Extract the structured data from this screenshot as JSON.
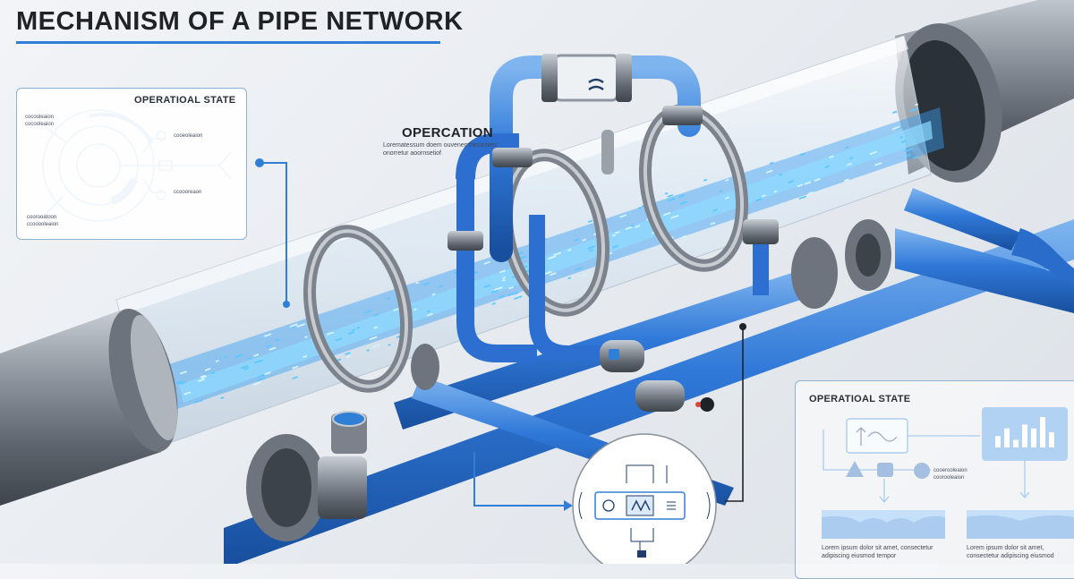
{
  "title": "MECHANISM OF A PIPE NETWORK",
  "operation_heading": "OPERCATION",
  "operation_text": "Lorematessum doem ouvenerrthesamets onorretur aoornsetiof",
  "panel_left": {
    "title": "OPERATIOAL STATE",
    "labels": [
      "cocooleaion",
      "cocooleaion",
      "cooeoleaion",
      "ccoooreaon",
      "coorooatoon",
      "ccooooleaion"
    ]
  },
  "panel_right": {
    "title": "OPERATIOAL STATE",
    "labels": [
      "cooerooleaion",
      "coorooleaion"
    ],
    "col1_text": "Lorem ipsum dolor sit amet, consectetur adipiscing eiusmod tempor",
    "col2_text": "Lorem ipsum dolor sit amet, consectetur adipiscing eiusmod"
  },
  "chart_data": {
    "type": "bar",
    "values": [
      3,
      5,
      2,
      6,
      5,
      8,
      4
    ]
  },
  "colors": {
    "accent": "#2f7fd6",
    "pipe_blue": "#2c6fd0",
    "steel": "#8a9099",
    "flow": "#4fc3ff"
  },
  "icons": [
    "gauge-icon",
    "valve-icon",
    "sensor-icon",
    "triangle-icon",
    "square-icon",
    "hand-icon"
  ]
}
